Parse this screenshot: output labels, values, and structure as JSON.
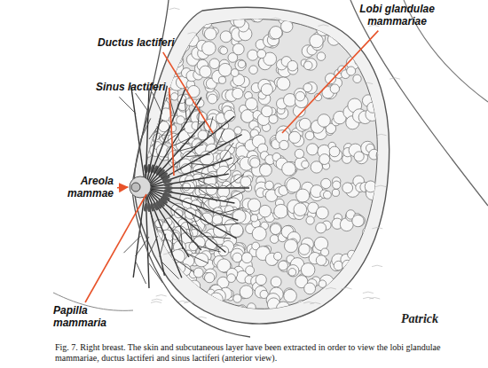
{
  "diagram": {
    "caption": "Fig. 7. Right breast. The skin and subcutaneous layer have been extracted in order to view the lobi glandulae mammariae, ductus lactiferi and sinus lactiferi (anterior view).",
    "labels": [
      "Lobi glandulae mammariae",
      "Ductus lactiferi",
      "Sinus lactiferi",
      "Areola mammae",
      "Papilla mammaria",
      "Patrick"
    ]
  }
}
